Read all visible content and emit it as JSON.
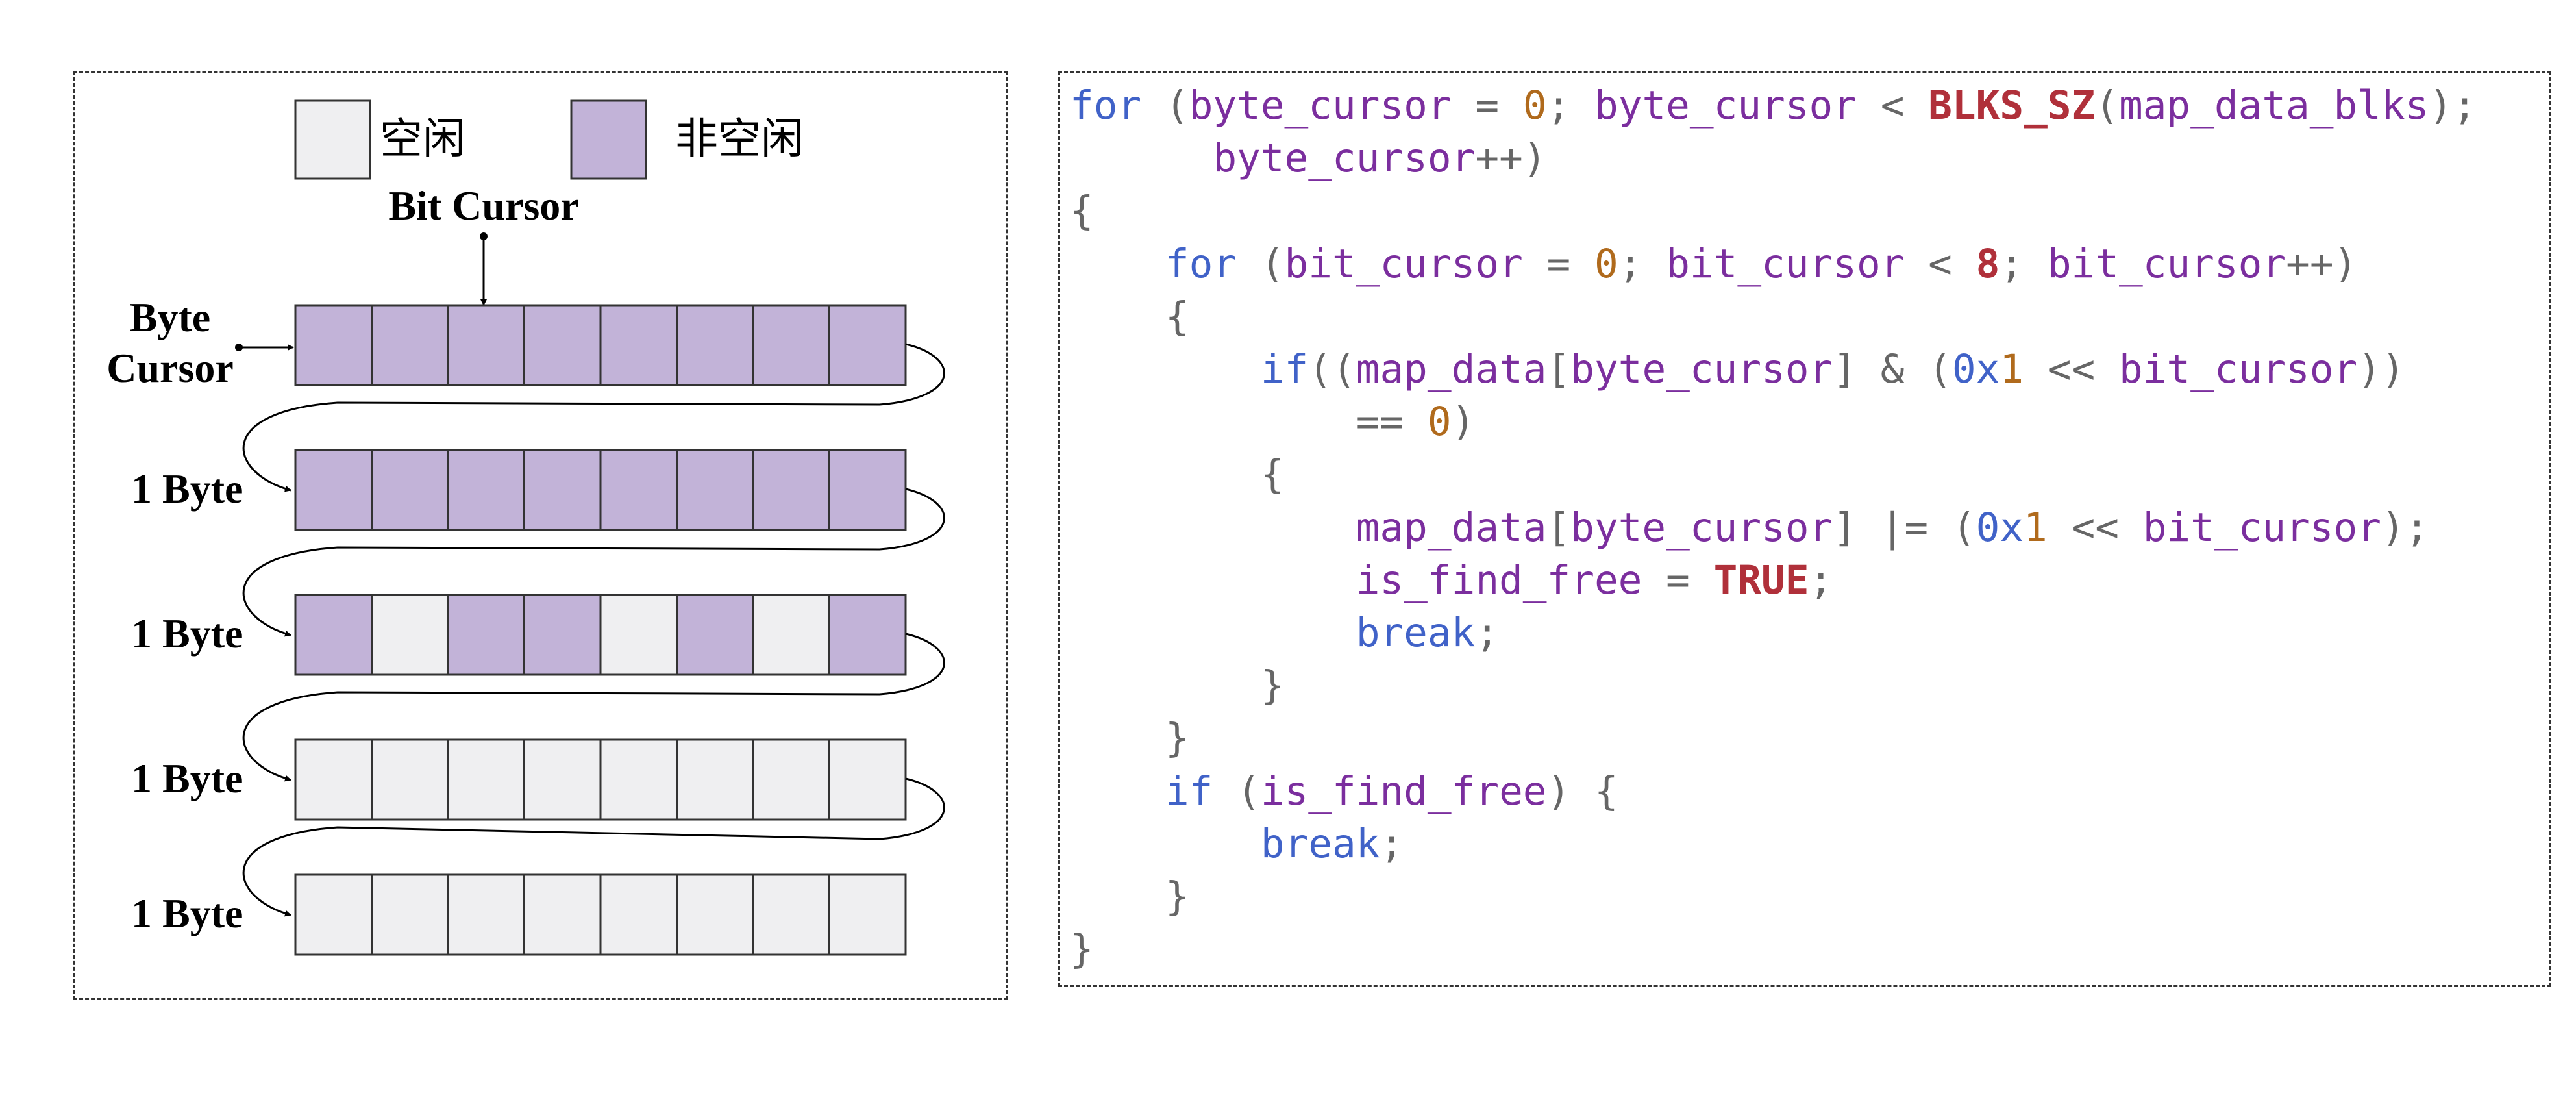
{
  "colors": {
    "free": "#efeff1",
    "used": "#c2b3d8",
    "keyword": "#4062c8",
    "identifier": "#7b2e9e",
    "number": "#b06a1c",
    "macro": "#b0303a",
    "punctuation": "#666666"
  },
  "legend": {
    "free_label": "空闲",
    "used_label": "非空闲"
  },
  "labels": {
    "bit_cursor": "Bit Cursor",
    "byte_cursor_line1": "Byte",
    "byte_cursor_line2": "Cursor",
    "byte": "1 Byte"
  },
  "bitmap_rows": [
    {
      "bits": [
        1,
        1,
        1,
        1,
        1,
        1,
        1,
        1
      ]
    },
    {
      "label": "1 Byte",
      "bits": [
        1,
        1,
        1,
        1,
        1,
        1,
        1,
        1
      ]
    },
    {
      "label": "1 Byte",
      "bits": [
        1,
        0,
        1,
        1,
        0,
        1,
        0,
        1
      ]
    },
    {
      "label": "1 Byte",
      "bits": [
        0,
        0,
        0,
        0,
        0,
        0,
        0,
        0
      ]
    },
    {
      "label": "1 Byte",
      "bits": [
        0,
        0,
        0,
        0,
        0,
        0,
        0,
        0
      ]
    }
  ],
  "code_lines": [
    [
      [
        "kw",
        "for"
      ],
      [
        "pun",
        " ("
      ],
      [
        "id",
        "byte_cursor"
      ],
      [
        "pun",
        " = "
      ],
      [
        "num",
        "0"
      ],
      [
        "pun",
        "; "
      ],
      [
        "id",
        "byte_cursor"
      ],
      [
        "pun",
        " < "
      ],
      [
        "red",
        "BLKS_SZ"
      ],
      [
        "pun",
        "("
      ],
      [
        "id",
        "map_data_blks"
      ],
      [
        "pun",
        ");"
      ]
    ],
    [
      [
        "pun",
        "      "
      ],
      [
        "id",
        "byte_cursor"
      ],
      [
        "pun",
        "++)"
      ]
    ],
    [
      [
        "pun",
        "{"
      ]
    ],
    [
      [
        "pun",
        "    "
      ],
      [
        "kw",
        "for"
      ],
      [
        "pun",
        " ("
      ],
      [
        "id",
        "bit_cursor"
      ],
      [
        "pun",
        " = "
      ],
      [
        "num",
        "0"
      ],
      [
        "pun",
        "; "
      ],
      [
        "id",
        "bit_cursor"
      ],
      [
        "pun",
        " < "
      ],
      [
        "red",
        "8"
      ],
      [
        "pun",
        "; "
      ],
      [
        "id",
        "bit_cursor"
      ],
      [
        "pun",
        "++)"
      ]
    ],
    [
      [
        "pun",
        "    {"
      ]
    ],
    [
      [
        "pun",
        "        "
      ],
      [
        "kw",
        "if"
      ],
      [
        "pun",
        "(("
      ],
      [
        "id",
        "map_data"
      ],
      [
        "pun",
        "["
      ],
      [
        "id",
        "byte_cursor"
      ],
      [
        "pun",
        "] & ("
      ],
      [
        "kw",
        "0x"
      ],
      [
        "num",
        "1"
      ],
      [
        "pun",
        " << "
      ],
      [
        "id",
        "bit_cursor"
      ],
      [
        "pun",
        "))"
      ]
    ],
    [
      [
        "pun",
        "            == "
      ],
      [
        "num",
        "0"
      ],
      [
        "pun",
        ")"
      ]
    ],
    [
      [
        "pun",
        "        {"
      ]
    ],
    [
      [
        "pun",
        "            "
      ],
      [
        "id",
        "map_data"
      ],
      [
        "pun",
        "["
      ],
      [
        "id",
        "byte_cursor"
      ],
      [
        "pun",
        "] |= ("
      ],
      [
        "kw",
        "0x"
      ],
      [
        "num",
        "1"
      ],
      [
        "pun",
        " << "
      ],
      [
        "id",
        "bit_cursor"
      ],
      [
        "pun",
        ");"
      ]
    ],
    [
      [
        "pun",
        "            "
      ],
      [
        "id",
        "is_find_free"
      ],
      [
        "pun",
        " = "
      ],
      [
        "red",
        "TRUE"
      ],
      [
        "pun",
        ";"
      ]
    ],
    [
      [
        "pun",
        "            "
      ],
      [
        "kw",
        "break"
      ],
      [
        "pun",
        ";"
      ]
    ],
    [
      [
        "pun",
        "        }"
      ]
    ],
    [
      [
        "pun",
        "    }"
      ]
    ],
    [
      [
        "pun",
        "    "
      ],
      [
        "kw",
        "if"
      ],
      [
        "pun",
        " ("
      ],
      [
        "id",
        "is_find_free"
      ],
      [
        "pun",
        ") {"
      ]
    ],
    [
      [
        "pun",
        "        "
      ],
      [
        "kw",
        "break"
      ],
      [
        "pun",
        ";"
      ]
    ],
    [
      [
        "pun",
        "    }"
      ]
    ],
    [
      [
        "pun",
        "}"
      ]
    ]
  ]
}
